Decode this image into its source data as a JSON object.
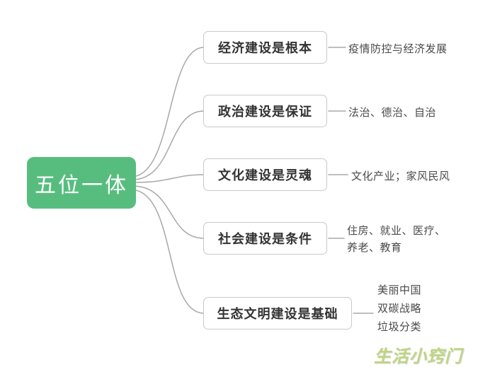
{
  "root": {
    "label": "五位一体"
  },
  "branches": [
    {
      "label": "经济建设是根本",
      "leaves": [
        "疫情防控与经济发展"
      ]
    },
    {
      "label": "政治建设是保证",
      "leaves": [
        "法治、德治、自治"
      ]
    },
    {
      "label": "文化建设是灵魂",
      "leaves": [
        "文化产业；家风民风"
      ]
    },
    {
      "label": "社会建设是条件",
      "leaves": [
        "住房、就业、医疗、",
        "养老、教育"
      ]
    },
    {
      "label": "生态文明建设是基础",
      "leaves": [
        "美丽中国",
        "双碳战略",
        "垃圾分类"
      ]
    }
  ],
  "watermark": "生活小窍门",
  "colors": {
    "root_bg": "#57bd7f",
    "branch_border": "#c9c9c9",
    "branch_text": "#333333",
    "leaf_text": "#4a4a4a",
    "connector": "#a8a8a8"
  }
}
